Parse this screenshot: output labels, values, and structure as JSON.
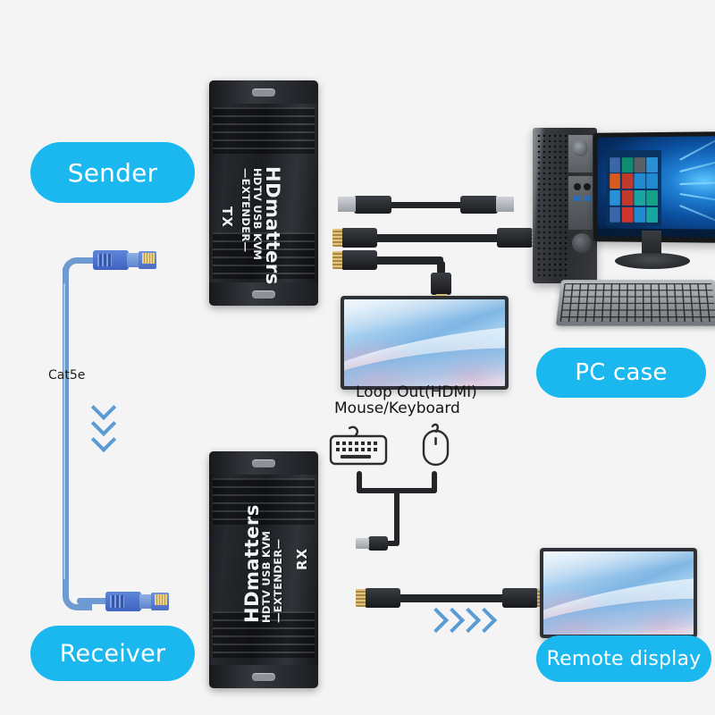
{
  "diagram": {
    "title": "HDmatters HDTV USB KVM Extender connection diagram",
    "background_color": "#f4f4f4",
    "accent_color": "#1bb8f0",
    "cable_blue": "#6d9bd1",
    "chevron_color": "#5b9bd5"
  },
  "badges": {
    "sender": "Sender",
    "receiver": "Receiver",
    "pc_case": "PC case",
    "remote_display": "Remote display"
  },
  "devices": {
    "sender": {
      "brand": "HDmatters",
      "model_line1": "HDTV USB KVM",
      "model_line2": "—EXTENDER—",
      "direction": "TX"
    },
    "receiver": {
      "brand": "HDmatters",
      "model_line1": "HDTV USB KVM",
      "model_line2": "—EXTENDER—",
      "direction": "RX"
    }
  },
  "labels": {
    "cat5e": "Cat5e",
    "loop_out": "Loop Out(HDMI)",
    "mouse_keyboard": "Mouse/Keyboard"
  },
  "icons": {
    "keyboard": "keyboard-icon",
    "mouse": "mouse-icon",
    "chevron_down": "chevron-down-icon",
    "chevron_right": "chevron-right-icon",
    "rj45": "rj45-connector-icon",
    "hdmi": "hdmi-connector-icon",
    "usb": "usb-connector-icon"
  },
  "cables": [
    {
      "name": "usb-a-to-a-cable",
      "type": "USB"
    },
    {
      "name": "hdmi-cable-upper",
      "type": "HDMI"
    },
    {
      "name": "hdmi-cable-loop-out",
      "type": "HDMI"
    },
    {
      "name": "hdmi-cable-remote",
      "type": "HDMI"
    },
    {
      "name": "cat5e-network-cable",
      "type": "Cat5e"
    },
    {
      "name": "usb-cable-peripherals",
      "type": "USB"
    }
  ],
  "pc": {
    "tower": "desktop-tower",
    "monitor": "windows-monitor",
    "keyboard": "pc-keyboard",
    "screen_os": "Windows 10"
  },
  "screens": {
    "loop_out_display": "mountain-wallpaper",
    "remote_display": "mountain-wallpaper"
  },
  "start_tiles": [
    "#3a67a8",
    "#0f8c6c",
    "#5b5f66",
    "#2a8fd4",
    "#d85a1e",
    "#c0392b",
    "#1f8ad0",
    "#1f8ad0",
    "#2a8fd4",
    "#c0392b",
    "#1aa6a0",
    "#16a085",
    "#3a67a8",
    "#d0342c",
    "#1f8ad0",
    "#1aa6a0"
  ]
}
